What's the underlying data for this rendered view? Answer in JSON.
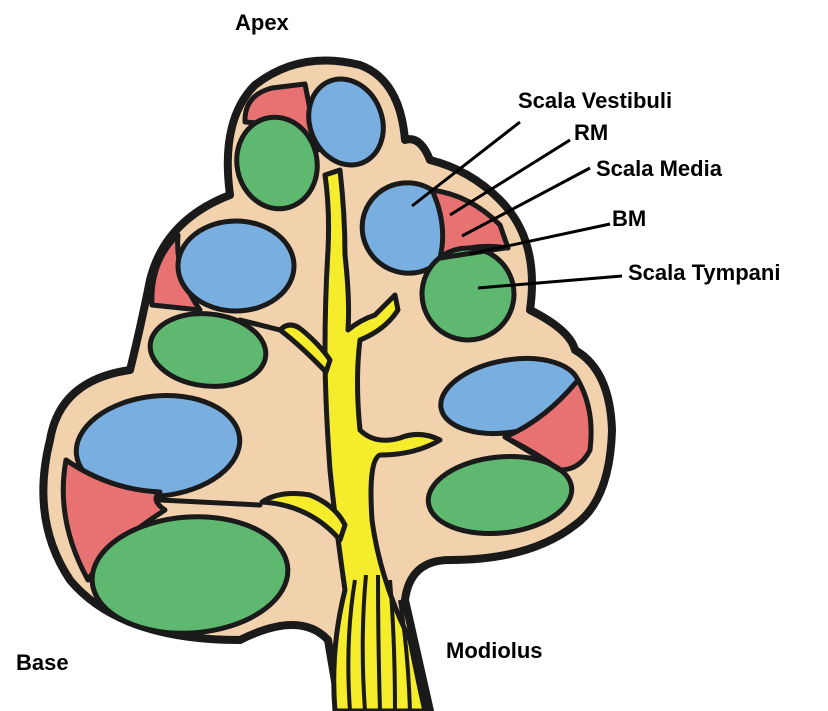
{
  "labels": {
    "apex": "Apex",
    "base": "Base",
    "modiolus": "Modiolus",
    "scala_vestibuli": "Scala Vestibuli",
    "rm": "RM",
    "scala_media": "Scala Media",
    "bm": "BM",
    "scala_tympani": "Scala Tympani"
  },
  "colors": {
    "tissue": "#f2d1ad",
    "scala_vestibuli": "#78aee0",
    "scala_media": "#e87272",
    "scala_tympani": "#5fb86f",
    "nerve": "#f5ec2c",
    "outline": "#1a1a1a"
  }
}
